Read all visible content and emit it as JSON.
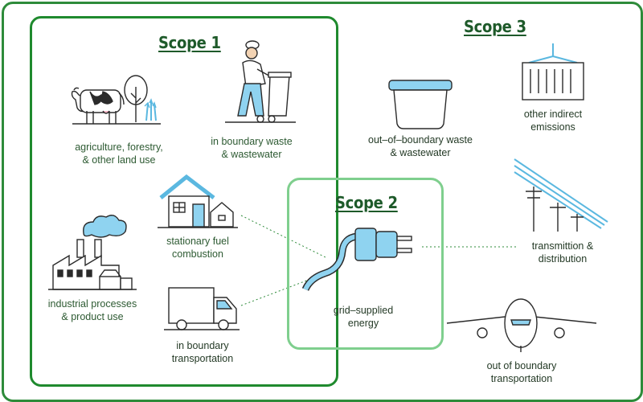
{
  "scopes": {
    "scope1": {
      "title": "Scope 1"
    },
    "scope2": {
      "title": "Scope 2"
    },
    "scope3": {
      "title": "Scope 3"
    }
  },
  "labels": {
    "agriculture": [
      "agriculture, forestry,",
      "& other land use"
    ],
    "in_boundary_waste": [
      "in boundary waste",
      "& wastewater"
    ],
    "stationary_fuel": [
      "stationary fuel",
      "combustion"
    ],
    "industrial": [
      "industrial processes",
      "& product use"
    ],
    "in_boundary_transport": [
      "in boundary",
      "transportation"
    ],
    "grid_energy": [
      "grid–supplied",
      "energy"
    ],
    "out_boundary_waste": [
      "out–of–boundary waste",
      "& wastewater"
    ],
    "other_indirect": [
      "other indirect",
      "emissions"
    ],
    "transmission": [
      "transmittion &",
      "distribution"
    ],
    "out_boundary_transport": [
      "out of boundary",
      "transportation"
    ]
  },
  "colors": {
    "scope1_border": "#1f8a2e",
    "scope2_border": "#7fcf8e",
    "outer_border": "#2e8b3a",
    "title": "#1e5a2a",
    "icon_blue": "#8fd3f0",
    "icon_stroke": "#2b2b2b"
  },
  "icons": [
    "cow-icon",
    "tree-icon",
    "worker-bin-icon",
    "house-icon",
    "factory-icon",
    "truck-icon",
    "plug-icon",
    "container-icon",
    "bin-icon",
    "power-line-icon",
    "airplane-icon"
  ]
}
